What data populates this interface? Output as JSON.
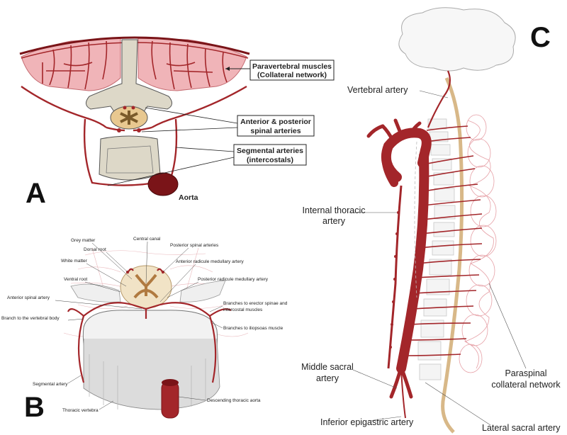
{
  "panels": {
    "a": "A",
    "b": "B",
    "c": "C"
  },
  "panel_a": {
    "paravertebral_1": "Paravertebral muscles",
    "paravertebral_2": "(Collateral network)",
    "spinal_1": "Anterior & posterior",
    "spinal_2": "spinal arteries",
    "segmental_1": "Segmental arteries",
    "segmental_2": "(intercostals)",
    "aorta": "Aorta"
  },
  "panel_b": {
    "grey_matter": "Grey matter",
    "central_canal": "Central canal",
    "dorsal_root": "Dorsal root",
    "posterior_spinal_arteries": "Posterior spinal arteries",
    "white_matter": "White matter",
    "anterior_radicule": "Anterior radicule medullary artery",
    "ventral_root": "Ventral root",
    "posterior_radicule": "Posterior radicule medullary artery",
    "anterior_spinal_artery": "Anterior spinal artery",
    "erector_1": "Branches to erector spinae and",
    "erector_2": "intercostal muscles",
    "vertebral_body_branch": "Branch to the vertebral body",
    "iliopsoas": "Branches to iliopsoas muscle",
    "segmental_artery": "Segmental artery",
    "thoracic_vertebra": "Thoracic vertebra",
    "descending_aorta": "Descending thoracic aorta"
  },
  "panel_c": {
    "vertebral_artery": "Vertebral artery",
    "internal_thoracic_1": "Internal thoracic",
    "internal_thoracic_2": "artery",
    "middle_sacral_1": "Middle sacral",
    "middle_sacral_2": "artery",
    "paraspinal_1": "Paraspinal",
    "paraspinal_2": "collateral network",
    "inferior_epigastric": "Inferior epigastric artery",
    "lateral_sacral": "Lateral sacral artery"
  },
  "colors": {
    "artery": "#a3262a",
    "artery_dark": "#7a1418",
    "muscle": "#f0b4b8",
    "bone": "#ddd8c8",
    "bone_stroke": "#555555",
    "cord": "#e8c890"
  }
}
